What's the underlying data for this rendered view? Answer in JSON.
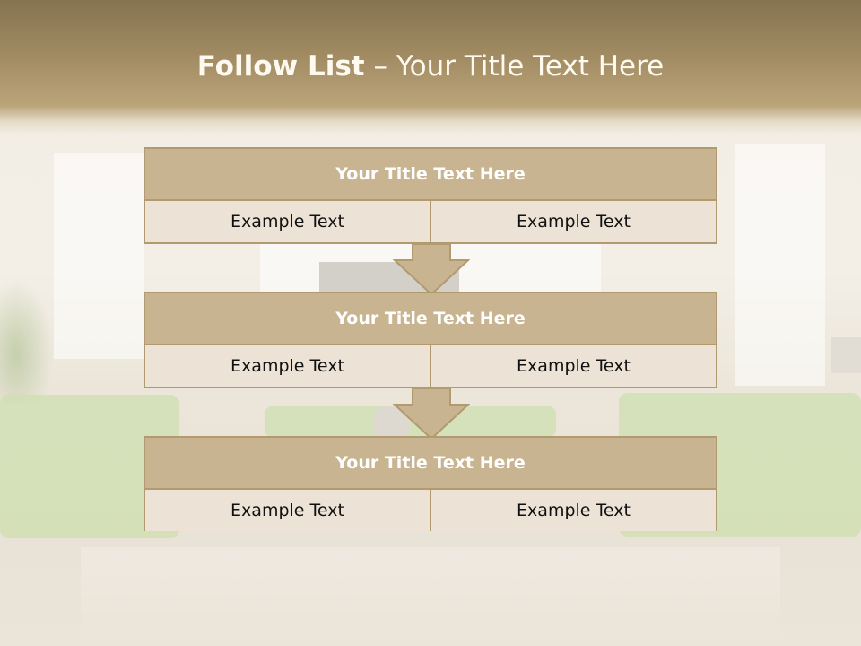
{
  "slide": {
    "title_bold": "Follow List",
    "title_rest": " – Your Title Text Here"
  },
  "steps": [
    {
      "title": "Your Title Text Here",
      "left": "Example Text",
      "right": "Example Text"
    },
    {
      "title": "Your Title Text Here",
      "left": "Example Text",
      "right": "Example Text"
    },
    {
      "title": "Your Title Text Here",
      "left": "Example Text",
      "right": "Example Text"
    }
  ],
  "colors": {
    "header_band": "#a08a62",
    "panel_header": "#c8b490",
    "panel_border": "#b29a70",
    "panel_cell": "#ece3d6",
    "arrow_fill": "#c8b490"
  },
  "icons": [
    "down-arrow-icon"
  ]
}
